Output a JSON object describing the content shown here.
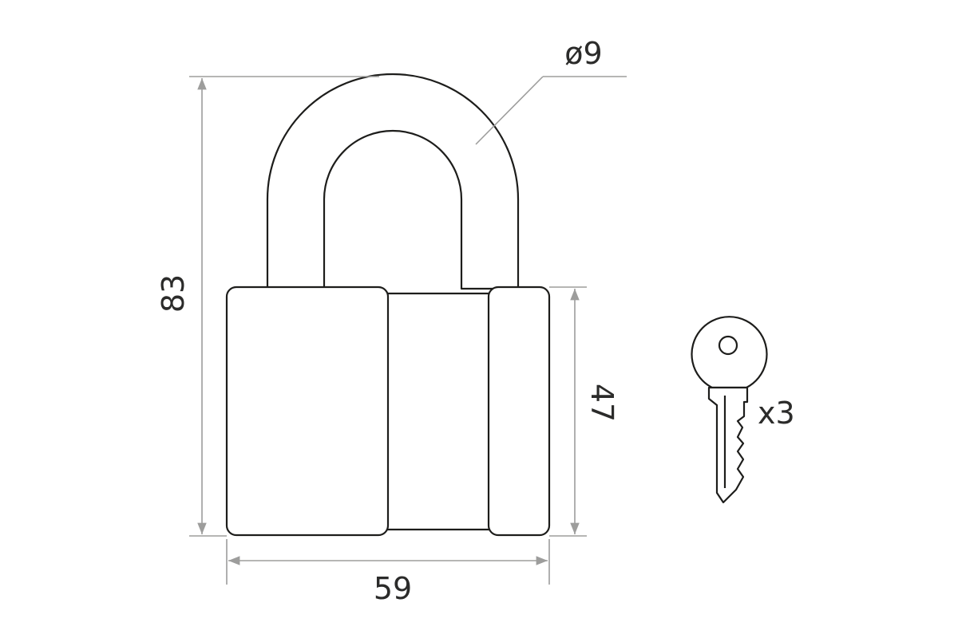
{
  "diagram": {
    "shackle_diameter_label": "ø9",
    "total_height_label": "83",
    "body_height_label": "47",
    "width_label": "59",
    "key_count_label": "x3"
  },
  "colors": {
    "outline": "#1d1d1b",
    "dimension": "#9d9d9c",
    "text": "#2b2b2a",
    "background": "#ffffff"
  }
}
